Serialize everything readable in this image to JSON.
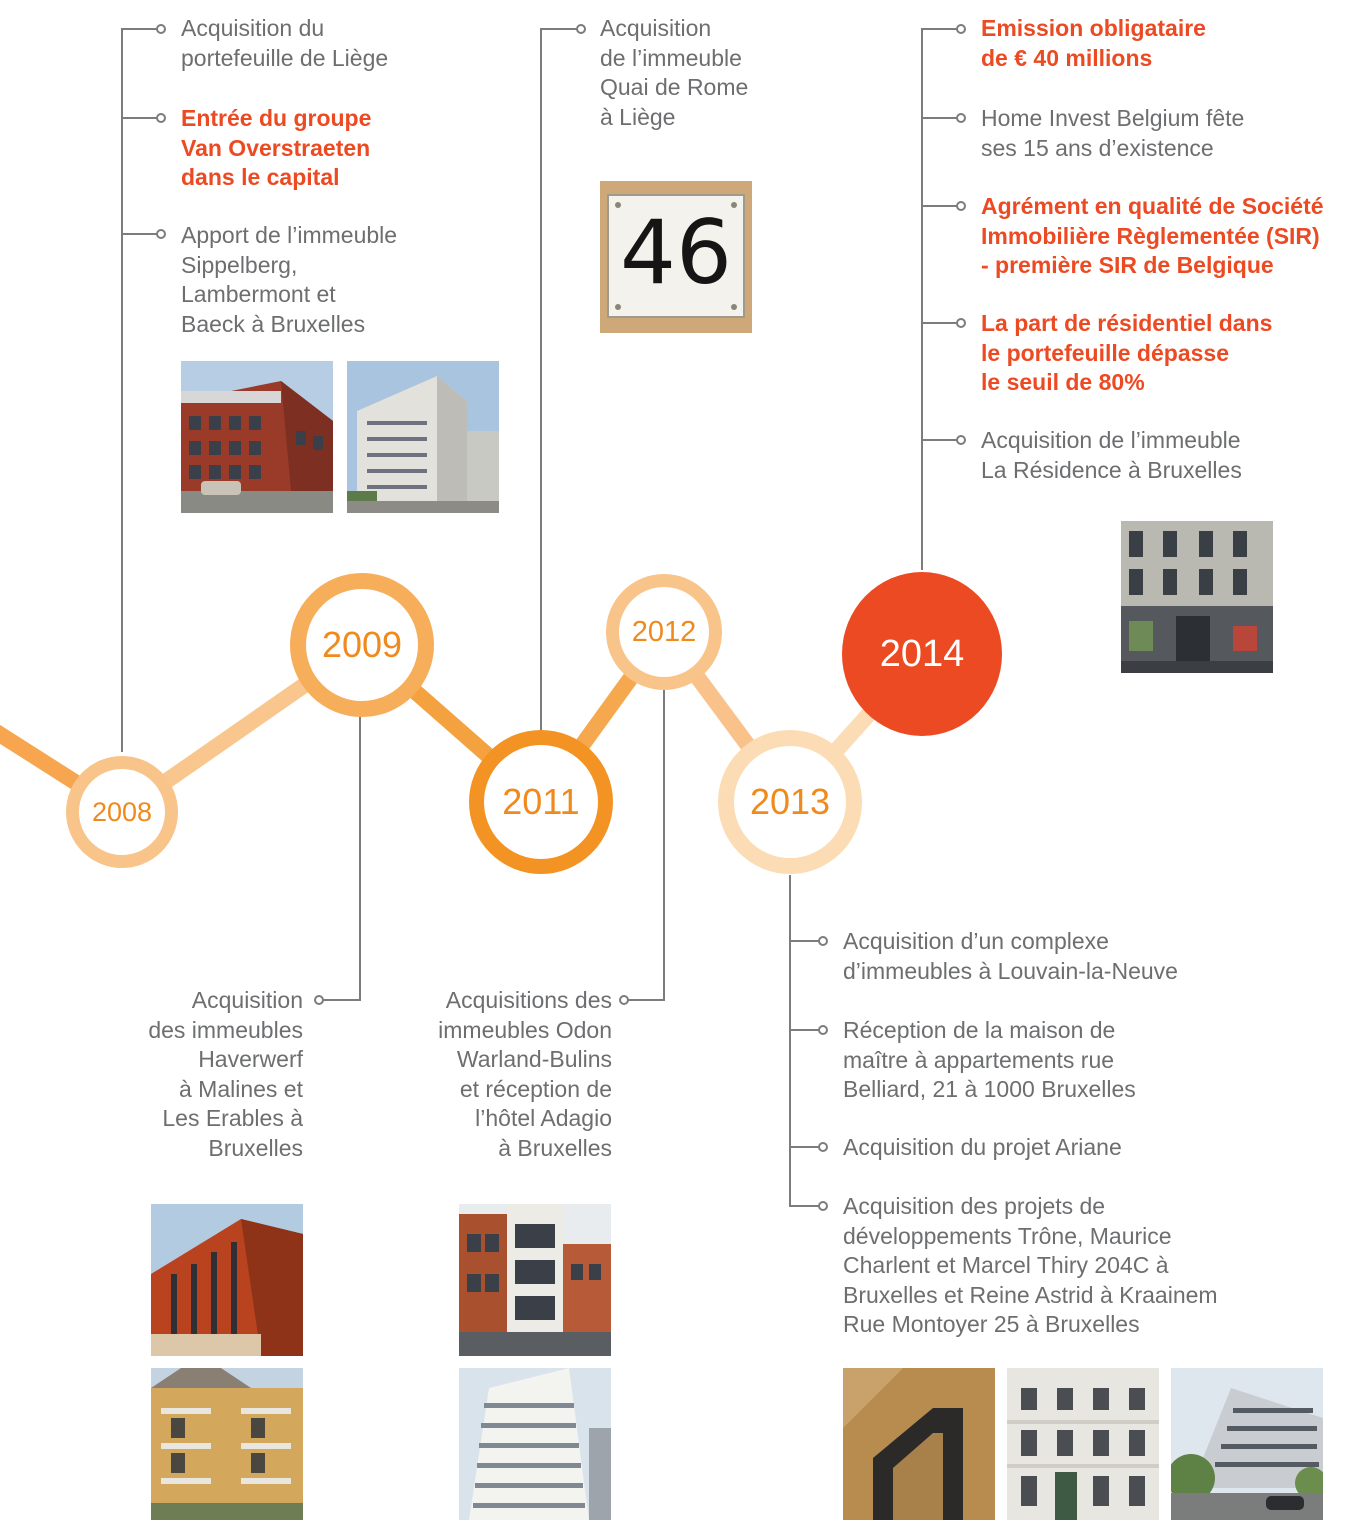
{
  "colors": {
    "line_gray": "#7b7c7e",
    "text_gray": "#6d6e70",
    "highlight": "#ec4a22",
    "orange_light": "#f8c48a",
    "orange_mid": "#f7ae5a",
    "orange_strong": "#f39323",
    "orange_pale": "#fcdcb4",
    "red": "#ec4a22"
  },
  "years": [
    {
      "label": "2008"
    },
    {
      "label": "2009"
    },
    {
      "label": "2011"
    },
    {
      "label": "2012"
    },
    {
      "label": "2013"
    },
    {
      "label": "2014"
    }
  ],
  "events": {
    "y2008": [
      {
        "text": "Acquisition du\nportefeuille de Liège",
        "highlight": false
      },
      {
        "text": "Entrée du groupe\nVan Overstraeten\ndans le capital",
        "highlight": true
      },
      {
        "text": "Apport de l’immeuble\nSippelberg,\nLambermont et\nBaeck à Bruxelles",
        "highlight": false
      }
    ],
    "y2009": [
      {
        "text": "Acquisition\ndes immeubles\nHaverwerf\nà Malines et\nLes Erables à\nBruxelles",
        "highlight": false
      }
    ],
    "y2011": [
      {
        "text": "Acquisition\nde l’immeuble\nQuai de Rome\nà Liège",
        "highlight": false
      }
    ],
    "y2012": [
      {
        "text": "Acquisitions des\nimmeubles Odon\nWarland-Bulins\net réception de\nl’hôtel Adagio\nà Bruxelles",
        "highlight": false
      }
    ],
    "y2013": [
      {
        "text": "Acquisition d’un complexe\nd’immeubles à Louvain-la-Neuve",
        "highlight": false
      },
      {
        "text": "Réception de la maison de\nmaître à appartements rue\nBelliard, 21 à 1000 Bruxelles",
        "highlight": false
      },
      {
        "text": "Acquisition du projet Ariane",
        "highlight": false
      },
      {
        "text": "Acquisition des projets de\ndéveloppements Trône, Maurice\nCharlent et Marcel Thiry 204C à\nBruxelles et Reine Astrid à Kraainem\nRue Montoyer 25 à Bruxelles",
        "highlight": false
      }
    ],
    "y2014": [
      {
        "text": "Emission obligataire\nde € 40 millions",
        "highlight": true
      },
      {
        "text": "Home Invest Belgium fête\nses 15 ans d’existence",
        "highlight": false
      },
      {
        "text": "Agrément en qualité de Société\nImmobilière Règlementée (SIR)\n- première SIR de Belgique",
        "highlight": true
      },
      {
        "text": "La part de résidentiel dans\nle portefeuille dépasse\nle seuil de 80%",
        "highlight": true
      },
      {
        "text": "Acquisition de l’immeuble\nLa Résidence à Bruxelles",
        "highlight": false
      }
    ]
  },
  "plaque": {
    "number": "46"
  }
}
